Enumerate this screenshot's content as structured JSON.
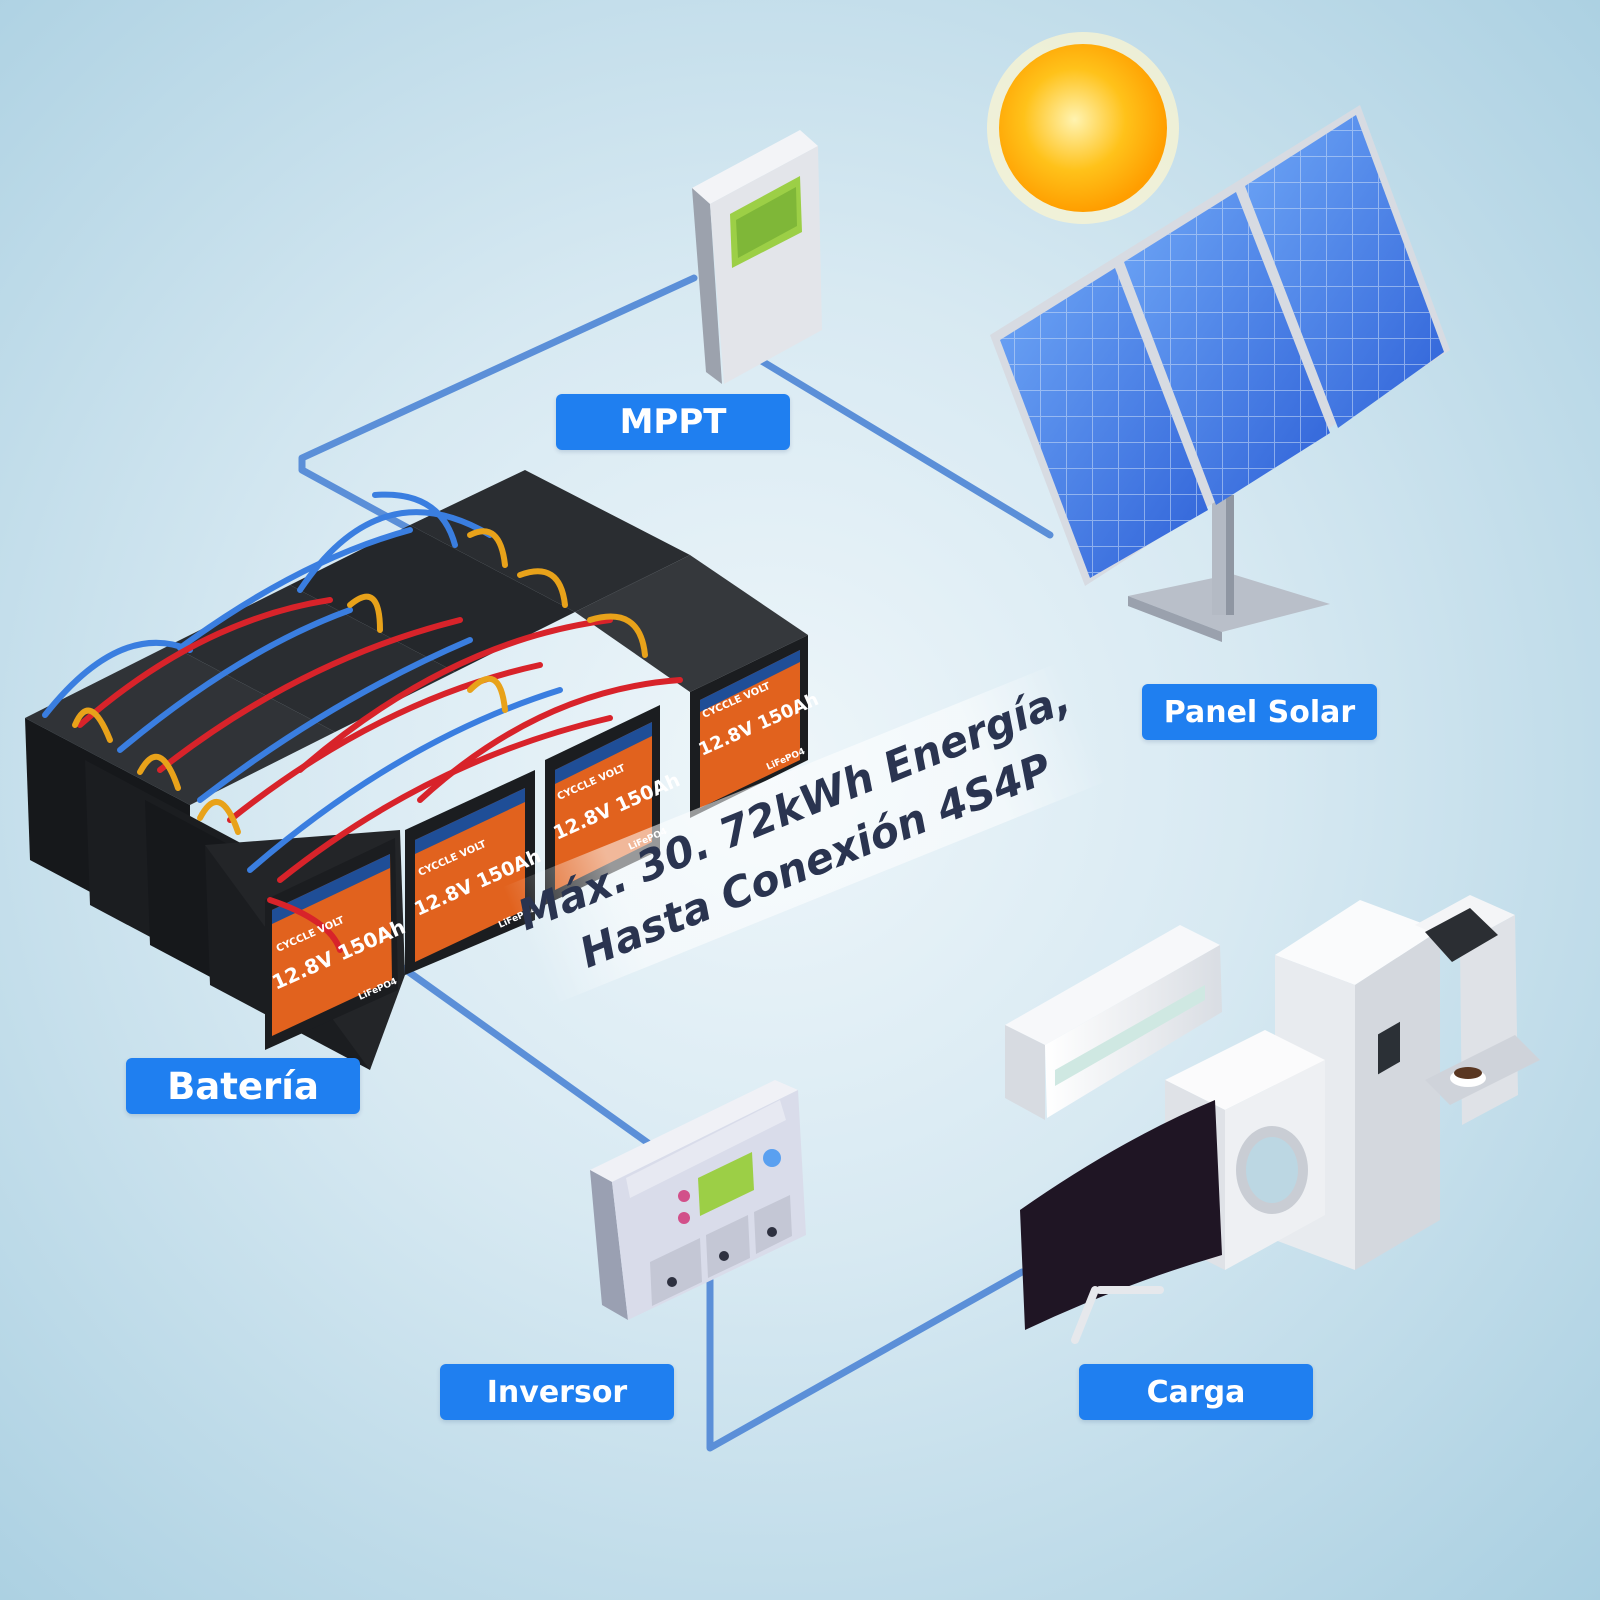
{
  "labels": {
    "mppt": "MPPT",
    "panel": "Panel Solar",
    "bateria": "Batería",
    "inversor": "Inversor",
    "carga": "Carga"
  },
  "headline": {
    "line1": "Máx. 30. 72kWh Energía,",
    "line2": "Hasta Conexión 4S4P"
  },
  "battery": {
    "brand": "CYCCLE VOLT",
    "rating": "12.8V 150Ah",
    "chemistry": "LiFePO4"
  },
  "colors": {
    "label_bg": "#1f7ff0",
    "wire": "#5b8fd8",
    "battery_case": "#1b1d20",
    "battery_label": "#e1621e",
    "battery_stripe": "#1f4e97",
    "panel_cell": "#3f78e8",
    "sun": "#ffb300"
  }
}
